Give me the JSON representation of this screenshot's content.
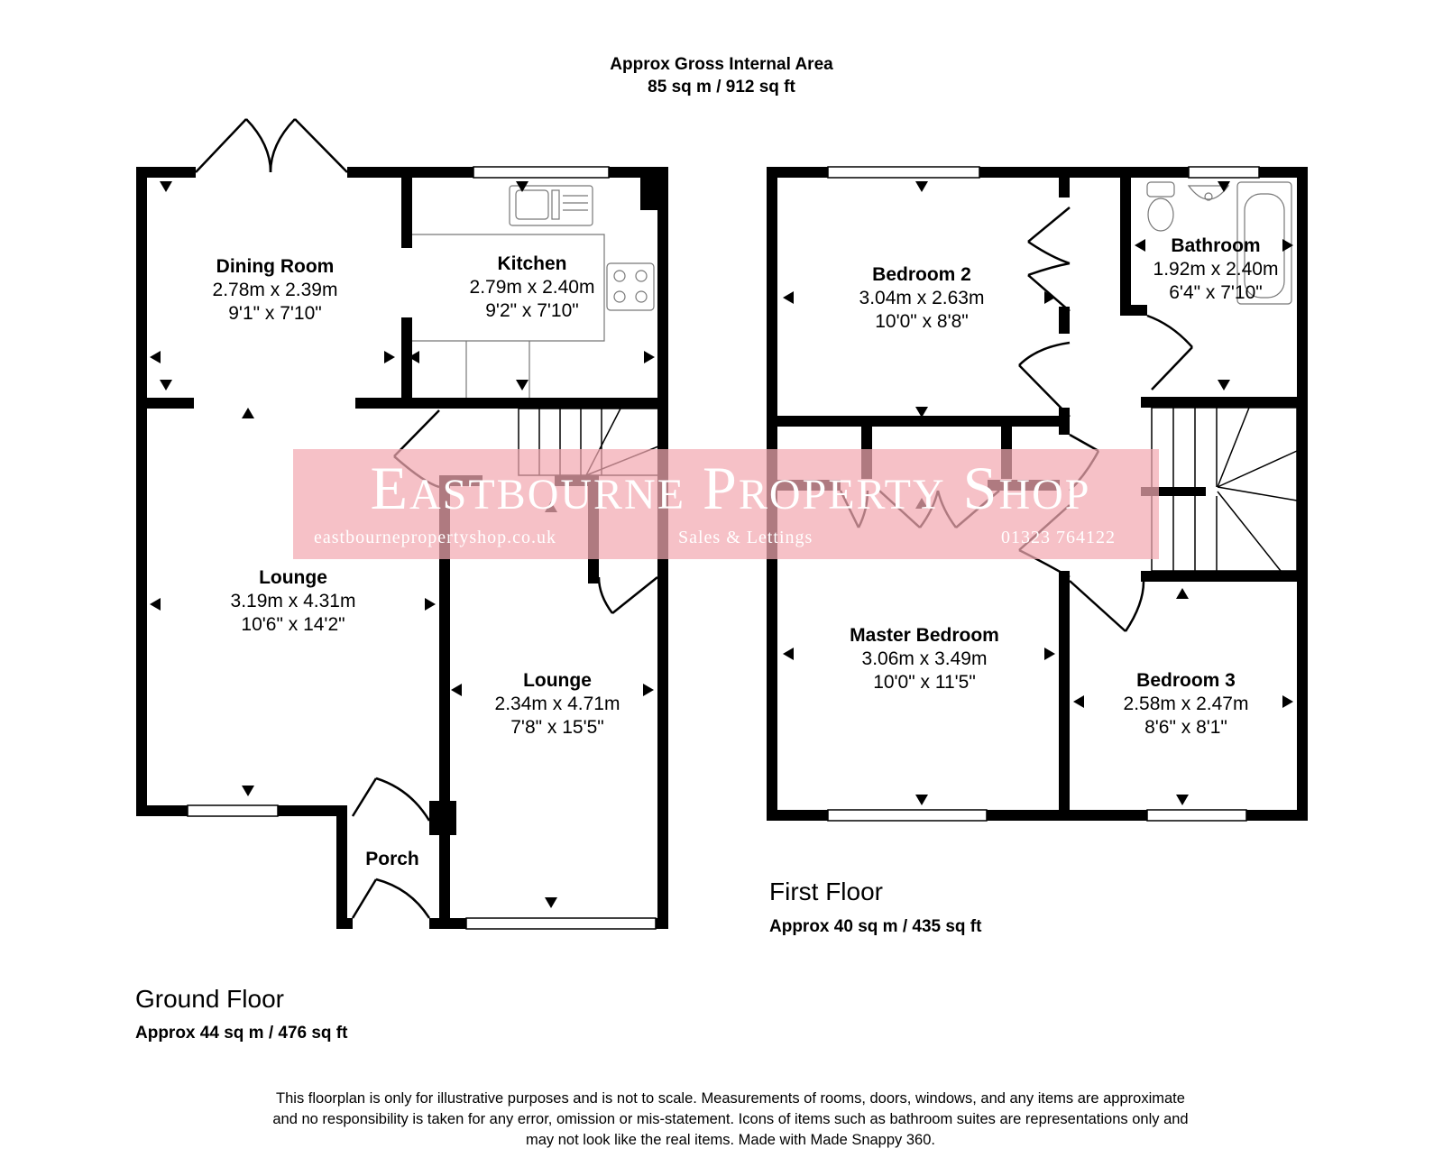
{
  "header": {
    "line1": "Approx Gross Internal Area",
    "line2": "85 sq m / 912 sq ft"
  },
  "ground_floor": {
    "title": "Ground Floor",
    "area": "Approx 44 sq m / 476 sq ft",
    "rooms": [
      {
        "name": "Dining Room",
        "metric": "2.78m x 2.39m",
        "imperial": "9'1\" x 7'10\""
      },
      {
        "name": "Kitchen",
        "metric": "2.79m x 2.40m",
        "imperial": "9'2\" x 7'10\""
      },
      {
        "name": "Lounge",
        "metric": "3.19m x 4.31m",
        "imperial": "10'6\" x 14'2\""
      },
      {
        "name": "Lounge",
        "metric": "2.34m x 4.71m",
        "imperial": "7'8\" x 15'5\""
      },
      {
        "name": "Porch"
      }
    ]
  },
  "first_floor": {
    "title": "First Floor",
    "area": "Approx 40 sq m / 435 sq ft",
    "rooms": [
      {
        "name": "Bedroom 2",
        "metric": "3.04m x 2.63m",
        "imperial": "10'0\" x 8'8\""
      },
      {
        "name": "Bathroom",
        "metric": "1.92m x 2.40m",
        "imperial": "6'4\" x 7'10\""
      },
      {
        "name": "Master Bedroom",
        "metric": "3.06m x 3.49m",
        "imperial": "10'0\" x 11'5\""
      },
      {
        "name": "Bedroom 3",
        "metric": "2.58m x 2.47m",
        "imperial": "8'6\" x 8'1\""
      }
    ]
  },
  "watermark": {
    "title": "Eastbourne Property Shop",
    "website": "eastbournepropertyshop.co.uk",
    "tagline": "Sales & Lettings",
    "phone": "01323 764122"
  },
  "disclaimer": {
    "line1": "This floorplan is only for illustrative purposes and is not to scale. Measurements of rooms, doors, windows, and any items are approximate",
    "line2": "and no responsibility is taken for any error, omission or mis-statement. Icons of items such as bathroom suites are representations only and",
    "line3": "may not look like the real items. Made with Made Snappy 360."
  },
  "colors": {
    "wall": "#000000",
    "watermark_band": "#f2a9b2"
  }
}
